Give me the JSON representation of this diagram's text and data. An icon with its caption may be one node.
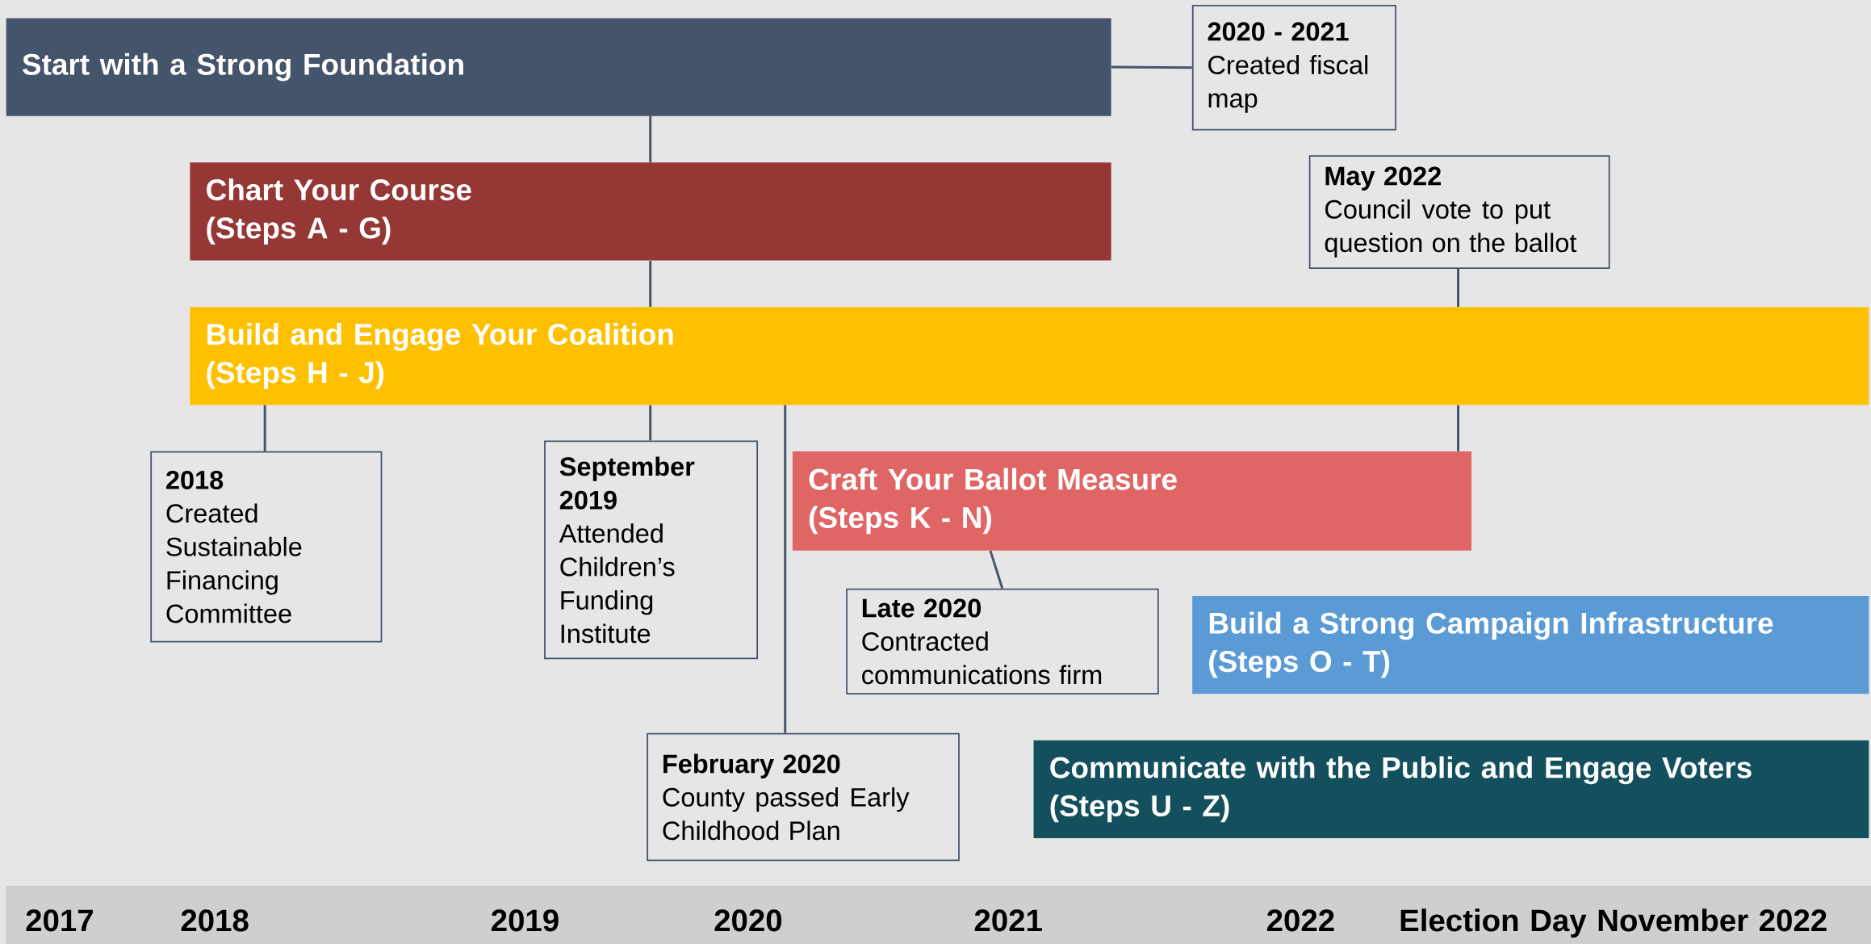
{
  "diagram": {
    "nodes": [
      {
        "text": [
          "Start with a Strong Foundation"
        ]
      },
      {
        "text": [
          "2020 - 2021",
          "Created fiscal map"
        ]
      },
      {
        "text": [
          "Chart Your Course",
          "(Steps A - G)"
        ]
      },
      {
        "text": [
          "May 2022",
          "Council vote to put question on the ballot"
        ]
      },
      {
        "text": [
          "Build and Engage Your Coalition",
          "(Steps H - J)"
        ]
      },
      {
        "text": [
          "2018",
          "Created Sustainable Financing Committee"
        ]
      },
      {
        "text": [
          "September 2019",
          "Attended Children’s Funding Institute"
        ]
      },
      {
        "text": [
          "Craft Your Ballot Measure",
          "(Steps K - N)"
        ]
      },
      {
        "text": [
          "Late 2020",
          "Contracted communications firm"
        ]
      },
      {
        "text": [
          "Build a Strong Campaign Infrastructure",
          "(Steps O - T)"
        ]
      },
      {
        "text": [
          "February 2020",
          "County passed Early Childhood Plan"
        ]
      },
      {
        "text": [
          "Communicate with the Public and Engage Voters",
          "(Steps U - Z)"
        ]
      }
    ],
    "edges": [
      {
        "from": 0,
        "to": 1,
        "arrow": "none"
      },
      {
        "from": 0,
        "to": 2,
        "arrow": "none"
      },
      {
        "from": 2,
        "to": 4,
        "arrow": "none"
      },
      {
        "from": 3,
        "to": 4,
        "arrow": "none"
      },
      {
        "from": 4,
        "to": 5,
        "arrow": "none"
      },
      {
        "from": 4,
        "to": 6,
        "arrow": "none"
      },
      {
        "from": 4,
        "to": 7,
        "arrow": "none"
      },
      {
        "from": 7,
        "to": 8,
        "arrow": "none"
      },
      {
        "from": 4,
        "to": 10,
        "arrow": "none"
      }
    ],
    "labels": [
      "2017",
      "2018",
      "2019",
      "2020",
      "2021",
      "2022",
      "Election Day November 2022"
    ]
  }
}
